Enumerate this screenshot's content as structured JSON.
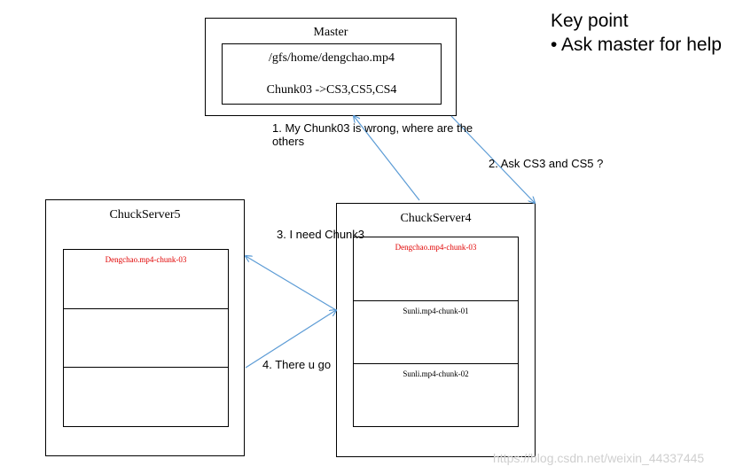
{
  "keypoint": {
    "title": "Key point",
    "bullet": "• Ask master for help"
  },
  "master": {
    "title": "Master",
    "path": "/gfs/home/dengchao.mp4",
    "mapping": "Chunk03 ->CS3,CS5,CS4"
  },
  "server5": {
    "title": "ChuckServer5",
    "chunks": [
      "Dengchao.mp4-chunk-03",
      "",
      ""
    ]
  },
  "server4": {
    "title": "ChuckServer4",
    "chunks": [
      "Dengchao.mp4-chunk-03",
      "Sunli.mp4-chunk-01",
      "Sunli.mp4-chunk-02"
    ]
  },
  "steps": {
    "step1": "1. My Chunk03 is wrong, where are the others",
    "step2": "2. Ask CS3 and CS5 ?",
    "step3": "3. I need Chunk3",
    "step4": "4. There u go"
  },
  "colors": {
    "arrow": "#5b9bd5",
    "highlight": "#e00000",
    "border": "#000000",
    "watermark": "#cfcfcf"
  },
  "watermark": "https://blog.csdn.net/weixin_44337445"
}
